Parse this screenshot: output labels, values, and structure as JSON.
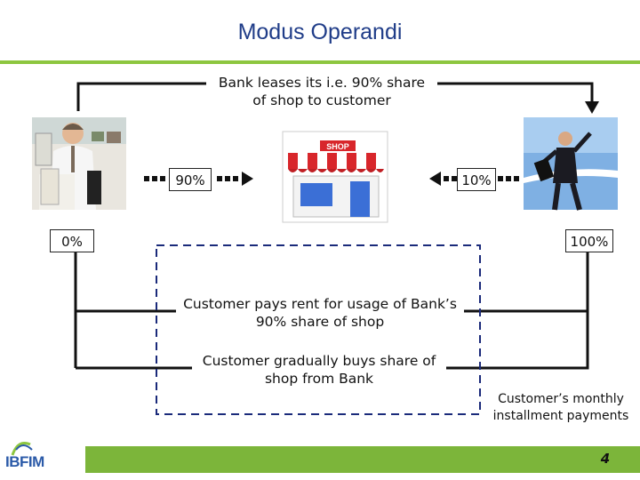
{
  "title": "Modus Operandi",
  "lease_text": "Bank leases its i.e. 90% share of shop to customer",
  "bank_share": "90%",
  "customer_share": "10%",
  "start_pct": "0%",
  "end_pct": "100%",
  "rent_text": "Customer pays rent for usage of Bank’s 90% share of shop",
  "buy_text": "Customer gradually buys share of shop from Bank",
  "installment_text": "Customer’s monthly installment payments",
  "shop_sign": "SHOP",
  "logo_text": "IBFIM",
  "page_number": "4",
  "colors": {
    "title": "#1f3c88",
    "accent_green": "#8dc63f",
    "footer_green": "#7cb53a",
    "awning_red": "#d8262b"
  },
  "icons": [
    "banker-icon",
    "shop-icon",
    "businessman-finish-icon",
    "ibfim-logo-icon"
  ]
}
